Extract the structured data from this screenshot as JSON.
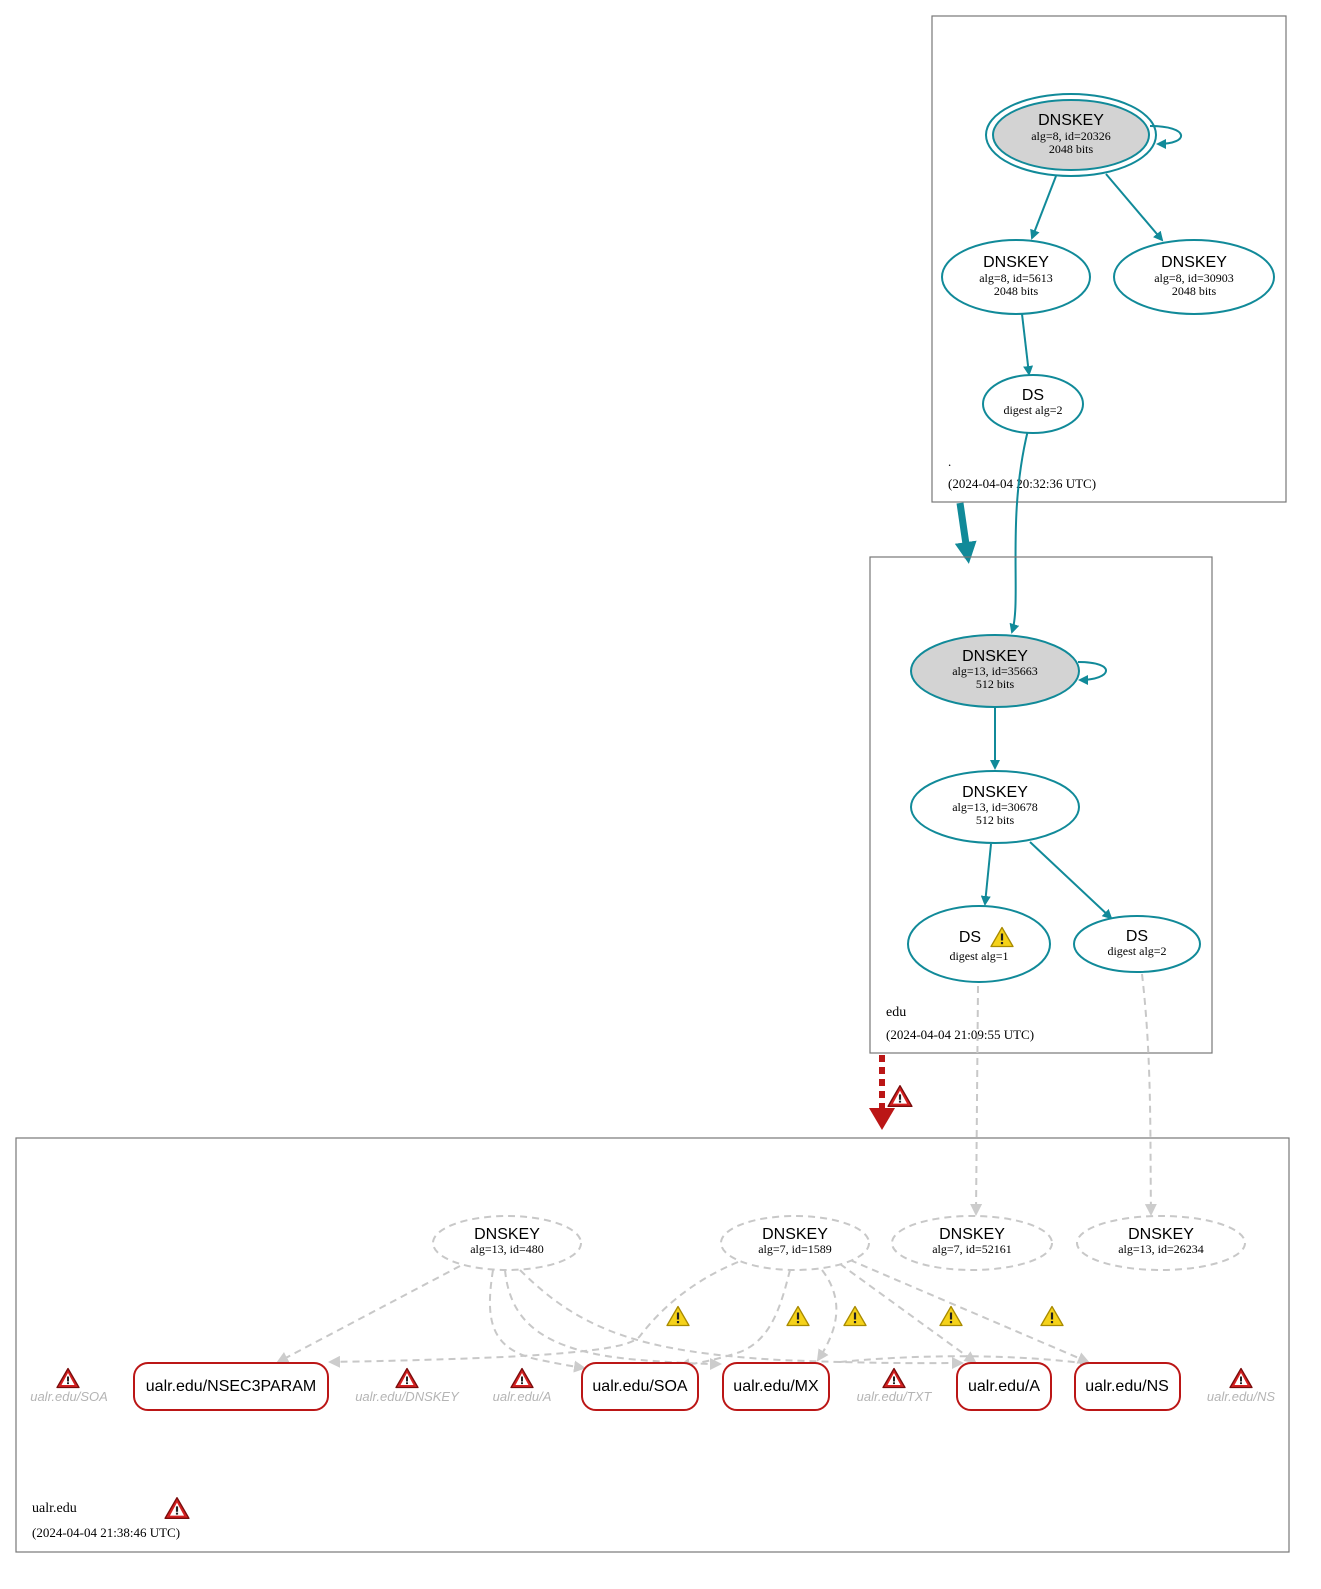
{
  "zones": {
    "root": {
      "name": ".",
      "timestamp": "(2024-04-04 20:32:36 UTC)"
    },
    "edu": {
      "name": "edu",
      "timestamp": "(2024-04-04 21:09:55 UTC)"
    },
    "ualr": {
      "name": "ualr.edu",
      "timestamp": "(2024-04-04 21:38:46 UTC)"
    }
  },
  "root_nodes": {
    "ksk": {
      "title": "DNSKEY",
      "line1": "alg=8, id=20326",
      "line2": "2048 bits"
    },
    "zsk1": {
      "title": "DNSKEY",
      "line1": "alg=8, id=5613",
      "line2": "2048 bits"
    },
    "zsk2": {
      "title": "DNSKEY",
      "line1": "alg=8, id=30903",
      "line2": "2048 bits"
    },
    "ds": {
      "title": "DS",
      "line1": "digest alg=2"
    }
  },
  "edu_nodes": {
    "ksk": {
      "title": "DNSKEY",
      "line1": "alg=13, id=35663",
      "line2": "512 bits"
    },
    "zsk": {
      "title": "DNSKEY",
      "line1": "alg=13, id=30678",
      "line2": "512 bits"
    },
    "ds1": {
      "title": "DS",
      "line1": "digest alg=1"
    },
    "ds2": {
      "title": "DS",
      "line1": "digest alg=2"
    }
  },
  "ualr_keys": [
    {
      "title": "DNSKEY",
      "line1": "alg=13, id=480"
    },
    {
      "title": "DNSKEY",
      "line1": "alg=7, id=1589"
    },
    {
      "title": "DNSKEY",
      "line1": "alg=7, id=52161"
    },
    {
      "title": "DNSKEY",
      "line1": "alg=13, id=26234"
    }
  ],
  "ualr_rrsets": {
    "nsec3param": "ualr.edu/NSEC3PARAM",
    "soa": "ualr.edu/SOA",
    "mx": "ualr.edu/MX",
    "a": "ualr.edu/A",
    "ns": "ualr.edu/NS"
  },
  "ualr_missing": {
    "soa": "ualr.edu/SOA",
    "dnskey": "ualr.edu/DNSKEY",
    "a": "ualr.edu/A",
    "txt": "ualr.edu/TXT",
    "ns": "ualr.edu/NS"
  },
  "colors": {
    "secure": "#118a99",
    "insecure": "#bb1616",
    "indeterminate": "#c8c8c8",
    "key_fill": "#d3d3d3",
    "warning": "#f2c500",
    "error": "#d42020"
  }
}
